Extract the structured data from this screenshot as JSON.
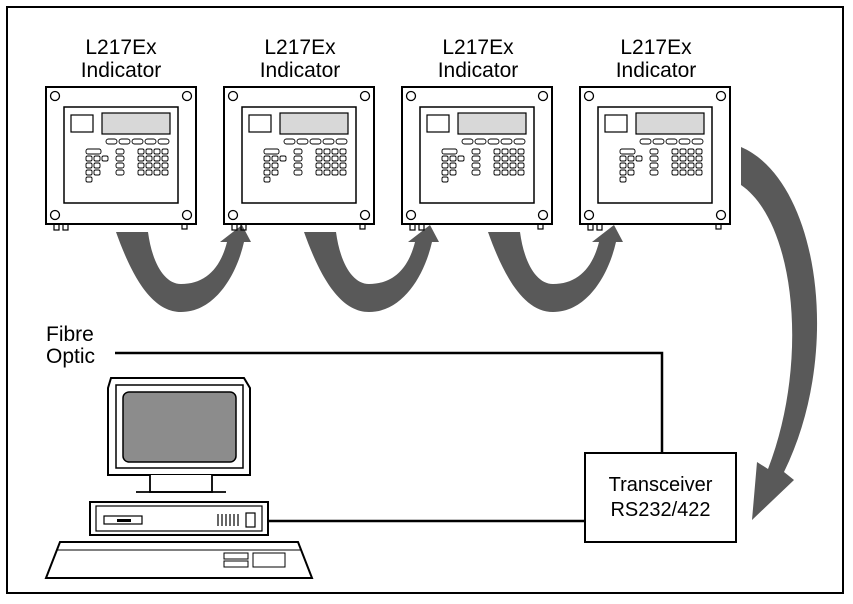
{
  "indicators": [
    {
      "model": "L217Ex",
      "type": "Indicator"
    },
    {
      "model": "L217Ex",
      "type": "Indicator"
    },
    {
      "model": "L217Ex",
      "type": "Indicator"
    },
    {
      "model": "L217Ex",
      "type": "Indicator"
    }
  ],
  "fibre_label": {
    "line1": "Fibre",
    "line2": "Optic"
  },
  "transceiver": {
    "line1": "Transceiver",
    "line2": "RS232/422"
  },
  "colors": {
    "arrow": "#595959",
    "screen": "#8c8c8c",
    "outline": "#000000"
  },
  "icons": [
    "indicator-panel-icon",
    "curved-arrow-icon",
    "computer-workstation-icon"
  ]
}
